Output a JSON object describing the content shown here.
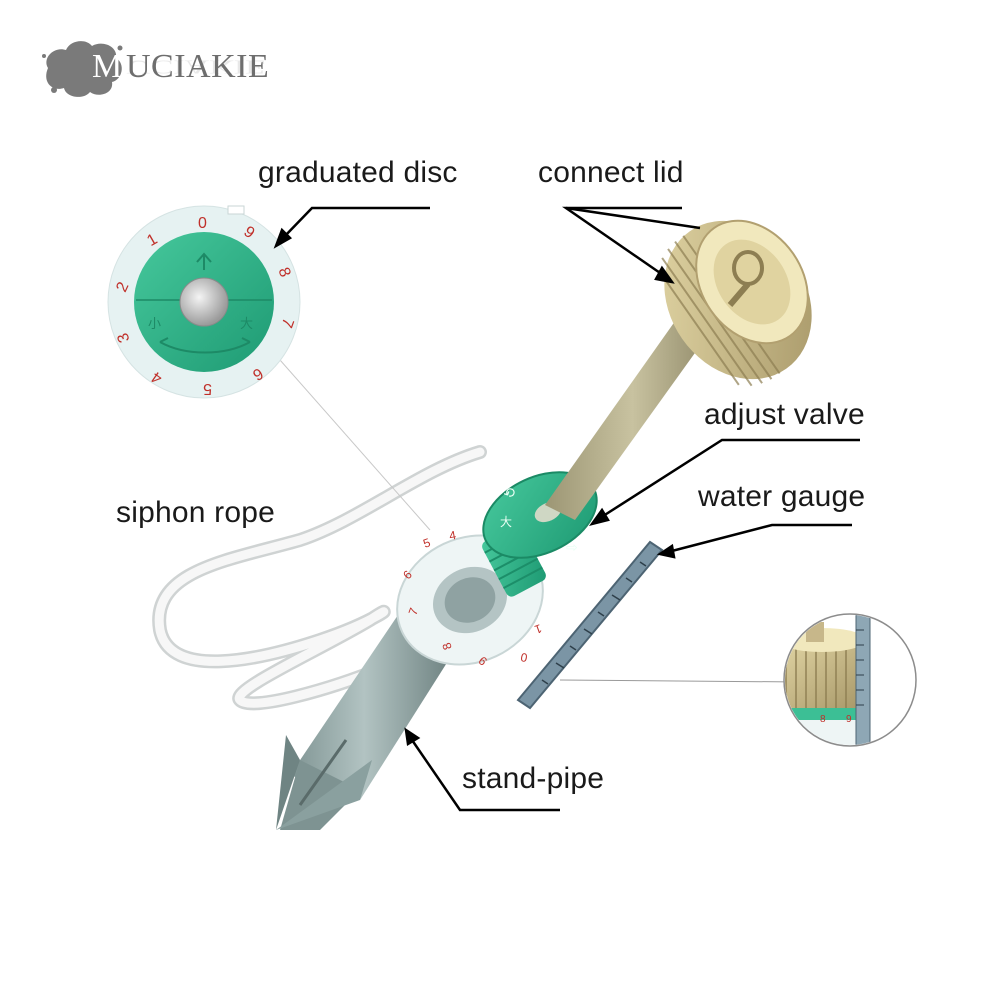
{
  "brand": {
    "name_initial": "M",
    "name_rest": "UCIAKIE"
  },
  "labels": {
    "graduated_disc": "graduated disc",
    "connect_lid": "connect lid",
    "adjust_valve": "adjust valve",
    "water_gauge": "water gauge",
    "siphon_rope": "siphon rope",
    "stand_pipe": "stand-pipe"
  },
  "disc_scale": [
    "0",
    "1",
    "2",
    "3",
    "4",
    "5",
    "6",
    "7",
    "8",
    "9"
  ],
  "disc_marks": [
    "小",
    "大"
  ],
  "colors": {
    "label_text": "#1a1a1a",
    "leader_line": "#000000",
    "disc_green": "#2fb78c",
    "disc_ring": "#e8f4f4",
    "scale_red": "#c0302a",
    "lid_gold": "#c9b98a",
    "pipe_olive": "#b5ae8c",
    "stand_pipe_blue": "#8fa7a6",
    "rope_white": "#f4f4f4",
    "gauge_blue": "#6f8a99"
  }
}
